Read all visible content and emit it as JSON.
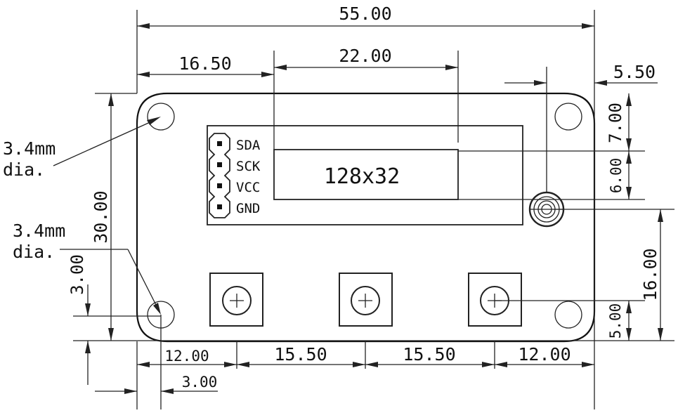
{
  "dimensions": {
    "overall_width": "55.00",
    "left_offset": "16.50",
    "display_width": "22.00",
    "right_offset": "5.50",
    "top_offset": "7.00",
    "display_height": "6.00",
    "board_height": "30.00",
    "hole_offset": "3.00",
    "encoder_height": "16.00",
    "bottom_offset": "5.00",
    "button_left": "12.00",
    "button_pitch_1": "15.50",
    "button_pitch_2": "15.50",
    "button_right": "12.00",
    "hole_inset": "3.00"
  },
  "notes": {
    "hole_top_line1": "3.4mm",
    "hole_top_line2": "dia.",
    "hole_bottom_line1": "3.4mm",
    "hole_bottom_line2": "dia."
  },
  "pins": [
    "SDA",
    "SCK",
    "VCC",
    "GND"
  ],
  "display_label": "128x32"
}
